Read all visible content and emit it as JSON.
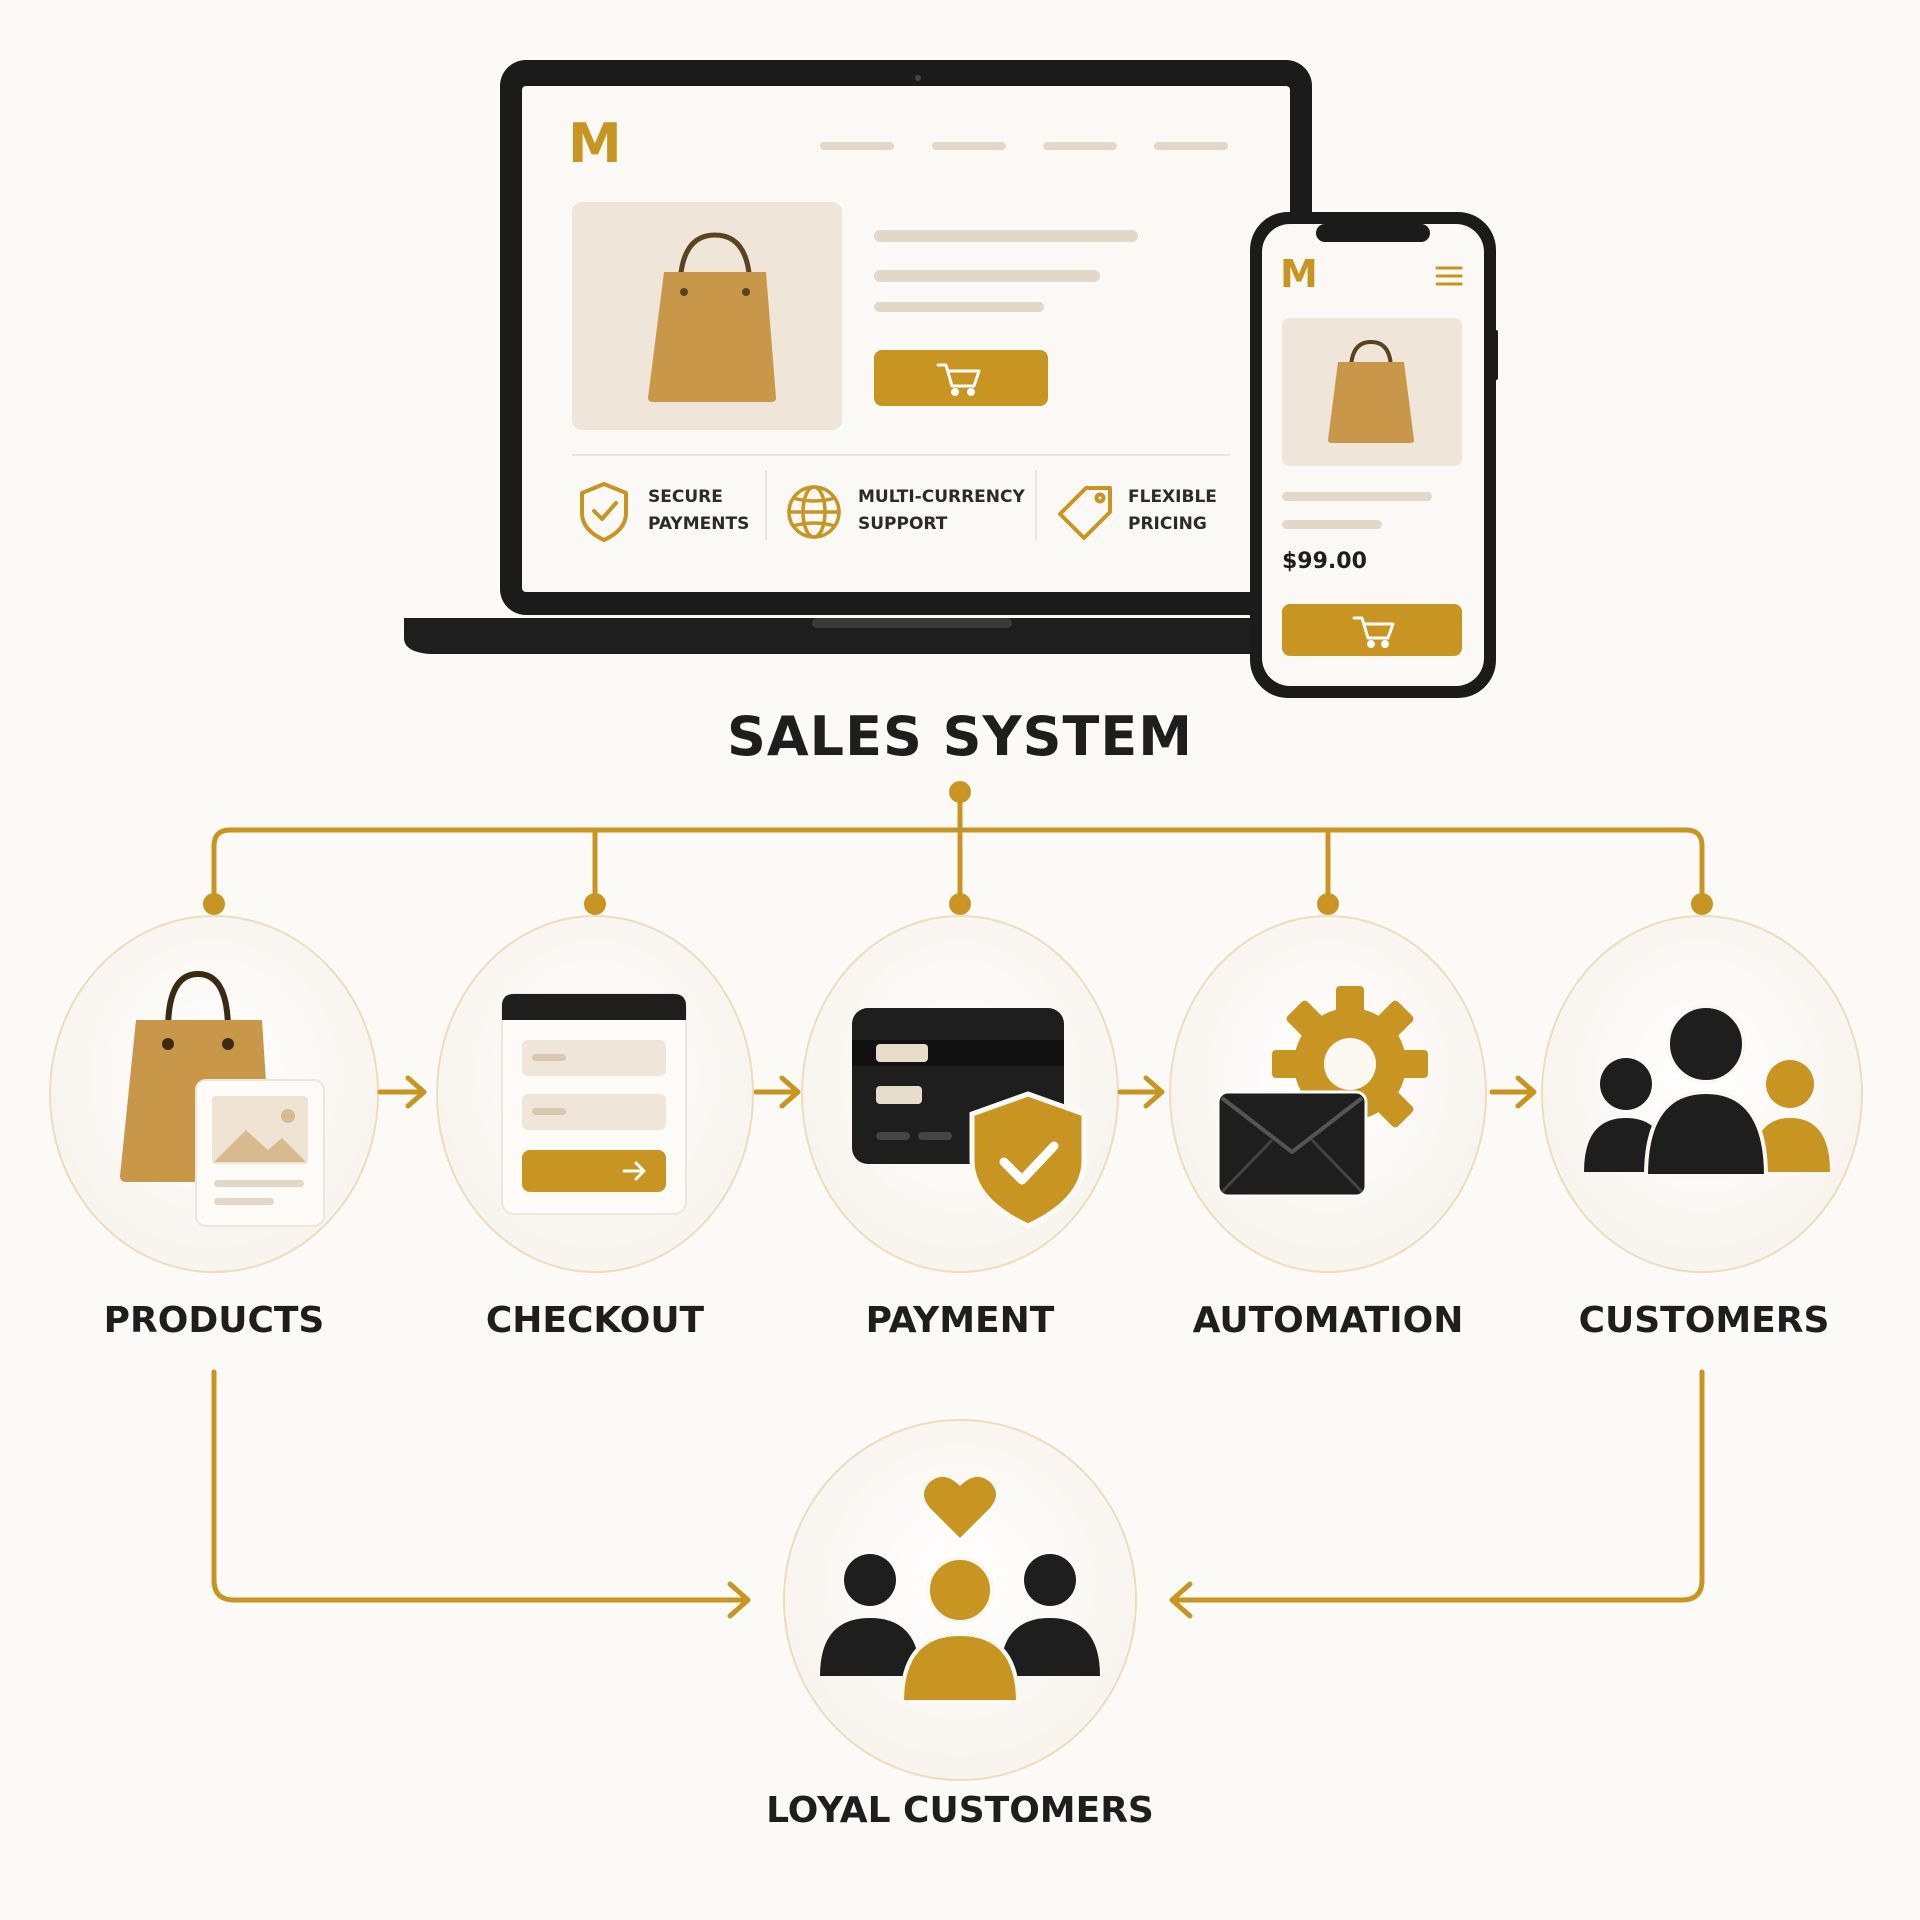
{
  "title": "SALES SYSTEM",
  "devices": {
    "laptop": {
      "logo": "M",
      "features": [
        {
          "icon": "shield-check-icon",
          "lines": [
            "SECURE",
            "PAYMENTS"
          ]
        },
        {
          "icon": "globe-icon",
          "lines": [
            "MULTI-CURRENCY",
            "SUPPORT"
          ]
        },
        {
          "icon": "price-tag-icon",
          "lines": [
            "FLEXIBLE",
            "PRICING"
          ]
        }
      ],
      "cta_icon": "cart-icon"
    },
    "phone": {
      "logo": "M",
      "menu_icon": "hamburger-menu-icon",
      "price": "$99.00",
      "cta_icon": "cart-icon"
    }
  },
  "steps": [
    {
      "label": "PRODUCTS",
      "icon": "shopping-bag-image-icon"
    },
    {
      "label": "CHECKOUT",
      "icon": "checkout-form-icon"
    },
    {
      "label": "PAYMENT",
      "icon": "credit-card-shield-icon"
    },
    {
      "label": "AUTOMATION",
      "icon": "gear-envelope-icon"
    },
    {
      "label": "CUSTOMERS",
      "icon": "people-group-icon"
    }
  ],
  "outcome": {
    "label": "LOYAL CUSTOMERS",
    "icon": "heart-people-icon"
  },
  "colors": {
    "accent": "#c99522",
    "dark": "#1e1e1e",
    "bag": "#c9974a",
    "background": "#fbfaf7"
  }
}
